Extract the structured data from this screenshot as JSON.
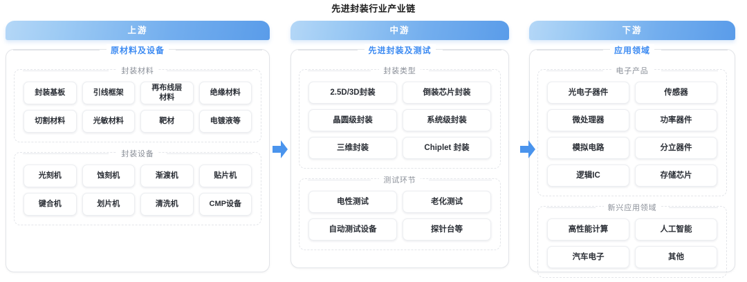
{
  "title": "先进封装行业产业链",
  "accent_color": "#3d8bf2",
  "arrow_color": "#4a94ed",
  "header_gradient": [
    "#b4d7f7",
    "#5a9ce9"
  ],
  "arrows": [
    {
      "name": "arrow-upstream-to-midstream",
      "direction": "right"
    },
    {
      "name": "arrow-midstream-to-downstream",
      "direction": "right"
    }
  ],
  "columns": [
    {
      "key": "upstream",
      "header": "上游",
      "legend": "原材料及设备",
      "groups": [
        {
          "legend": "封装材料",
          "cols": 4,
          "items": [
            "封装基板",
            "引线框架",
            "再布线层\n材料",
            "绝缘材料",
            "切割材料",
            "光敏材料",
            "靶材",
            "电镀液等"
          ]
        },
        {
          "legend": "封装设备",
          "cols": 4,
          "items": [
            "光刻机",
            "蚀刻机",
            "渐渡机",
            "贴片机",
            "键合机",
            "划片机",
            "清洗机",
            "CMP设备"
          ]
        }
      ]
    },
    {
      "key": "midstream",
      "header": "中游",
      "legend": "先进封装及测试",
      "groups": [
        {
          "legend": "封装类型",
          "cols": 2,
          "items": [
            "2.5D/3D封装",
            "倒装芯片封装",
            "晶圆级封装",
            "系统级封装",
            "三维封装",
            "Chiplet 封装"
          ]
        },
        {
          "legend": "测试环节",
          "cols": 2,
          "items": [
            "电性测试",
            "老化测试",
            "自动测试设备",
            "探针台等"
          ]
        }
      ]
    },
    {
      "key": "downstream",
      "header": "下游",
      "legend": "应用领域",
      "groups": [
        {
          "legend": "电子产品",
          "cols": 2,
          "items": [
            "光电子器件",
            "传感器",
            "微处理器",
            "功率器件",
            "模拟电路",
            "分立器件",
            "逻辑IC",
            "存储芯片"
          ]
        },
        {
          "legend": "新兴应用领域",
          "cols": 2,
          "items": [
            "高性能计算",
            "人工智能",
            "汽车电子",
            "其他"
          ]
        }
      ]
    }
  ]
}
